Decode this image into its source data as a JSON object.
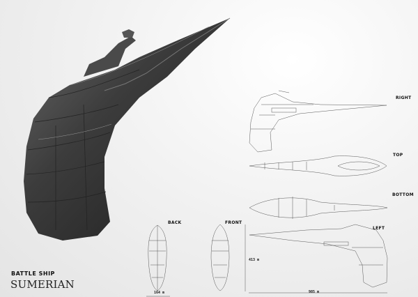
{
  "title": {
    "type": "BATTLE SHIP",
    "name": "SUMERIAN"
  },
  "views": {
    "right": "RIGHT",
    "top": "TOP",
    "bottom": "BOTTOM",
    "left": "LEFT",
    "back": "BACK",
    "front": "FRONT"
  },
  "dimensions": {
    "height": "413 m",
    "width": "164 m",
    "length": "985 m"
  },
  "colors": {
    "hull": "#3a3a3a",
    "lines": "#555555"
  }
}
